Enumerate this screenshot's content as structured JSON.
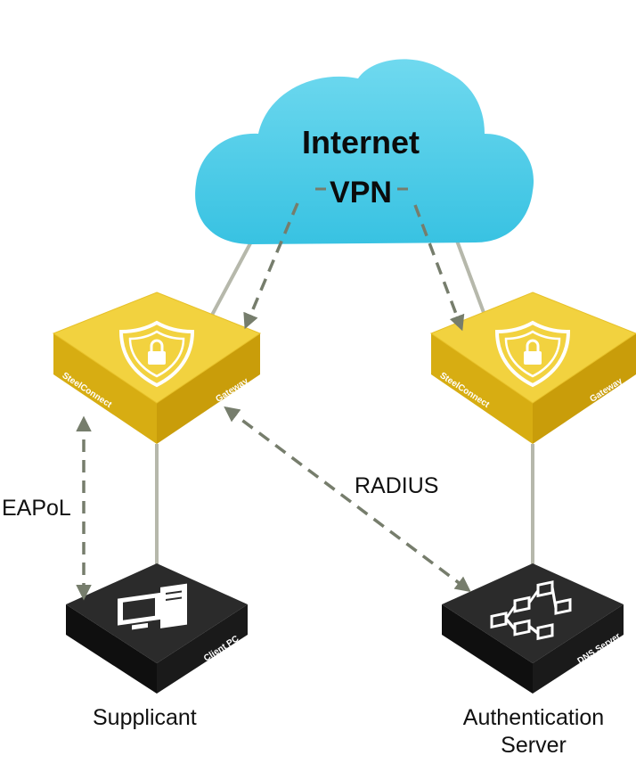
{
  "cloud": {
    "title": "Internet",
    "subtitle": "VPN"
  },
  "gateway_left": {
    "brand": "SteelConnect",
    "role": "Gateway",
    "icon": "shield-lock-icon"
  },
  "gateway_right": {
    "brand": "SteelConnect",
    "role": "Gateway",
    "icon": "shield-lock-icon"
  },
  "client_pc": {
    "label": "Client PC",
    "icon": "computer-icon"
  },
  "dns_server": {
    "label": "DNS Server",
    "icon": "hierarchy-icon"
  },
  "labels": {
    "eapol": "EAPoL",
    "radius": "RADIUS",
    "supplicant": "Supplicant",
    "auth_line1": "Authentication",
    "auth_line2": "Server"
  },
  "colors": {
    "cloud": "#4bc9e6",
    "gateway": "#e8c21e",
    "device_dark": "#1d1d1d",
    "arrow": "#767d6c",
    "link_line": "#b6b8ab"
  }
}
